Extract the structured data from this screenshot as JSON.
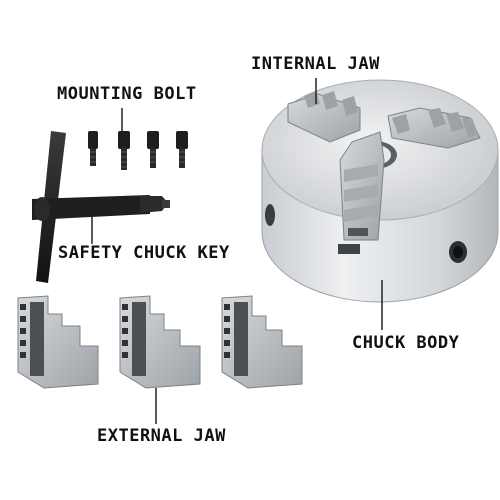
{
  "labels": {
    "internal_jaw": "INTERNAL JAW",
    "mounting_bolt": "MOUNTING BOLT",
    "safety_chuck_key": "SAFETY CHUCK KEY",
    "chuck_body": "CHUCK BODY",
    "external_jaw": "EXTERNAL JAW"
  },
  "colors": {
    "label_text": "#111111",
    "leader_line": "#222222",
    "metal_light": "#e4e6e8",
    "metal_mid": "#b9bdc1",
    "metal_dark": "#8d9296",
    "bolt_black": "#1c1c1c"
  }
}
